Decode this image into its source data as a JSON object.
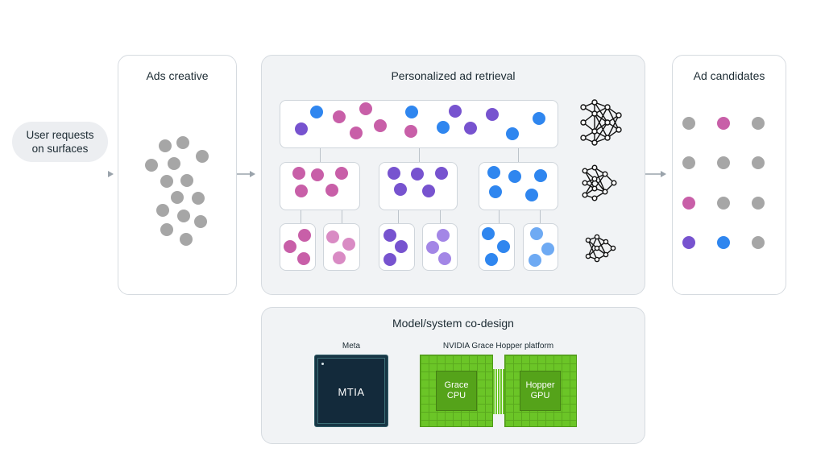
{
  "input": {
    "line1": "User requests",
    "line2": "on surfaces"
  },
  "ads_creative": {
    "title": "Ads creative"
  },
  "retrieval": {
    "title": "Personalized ad retrieval"
  },
  "candidates": {
    "title": "Ad candidates"
  },
  "codesign": {
    "title": "Model/system co-design",
    "meta_label": "Meta",
    "mtia_label": "MTIA",
    "nvidia_label": "NVIDIA Grace Hopper platform",
    "grace_line1": "Grace",
    "grace_line2": "CPU",
    "hopper_line1": "Hopper",
    "hopper_line2": "GPU"
  },
  "icons": [
    "neural-network-icon-large",
    "neural-network-icon-medium",
    "neural-network-icon-small"
  ],
  "colors": {
    "gray": "#a6a6a6",
    "pink": "#c85fa8",
    "light_pink": "#d98bc4",
    "purple": "#7753cf",
    "light_purple": "#a386e6",
    "blue": "#2f86ef",
    "light_blue": "#6eaaf3",
    "nvidia_green": "#6bc527",
    "mtia_navy": "#132a3b"
  }
}
